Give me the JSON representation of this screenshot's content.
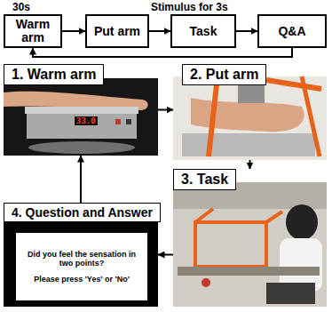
{
  "diagram": {
    "nodes": [
      {
        "text": [
          "Warm arm"
        ]
      },
      {
        "text": [
          "Put arm"
        ]
      },
      {
        "text": [
          "Task"
        ]
      },
      {
        "text": [
          "Q&A"
        ]
      },
      {
        "text": [
          "1. Warm arm"
        ]
      },
      {
        "text": [
          "2. Put arm"
        ]
      },
      {
        "text": [
          "3. Task"
        ]
      },
      {
        "text": [
          "4. Question and Answer"
        ]
      },
      {
        "text": [
          "Did you feel the sensation in two points?",
          "Please press 'Yes' or 'No'"
        ],
        "in": 7
      }
    ],
    "edges": [
      {
        "from": 0,
        "to": 1,
        "arrow": "to"
      },
      {
        "from": 1,
        "to": 2,
        "arrow": "to"
      },
      {
        "from": 2,
        "to": 3,
        "arrow": "to"
      },
      {
        "from": 3,
        "to": 0,
        "arrow": "to"
      },
      {
        "from": 4,
        "to": 5,
        "arrow": "to"
      },
      {
        "from": 5,
        "to": 6,
        "arrow": "to"
      },
      {
        "from": 6,
        "to": 7,
        "arrow": "to"
      },
      {
        "from": 7,
        "to": 4,
        "arrow": "to"
      }
    ],
    "labels": [
      "30s",
      "Stimulus for 3s",
      "33.0"
    ]
  }
}
